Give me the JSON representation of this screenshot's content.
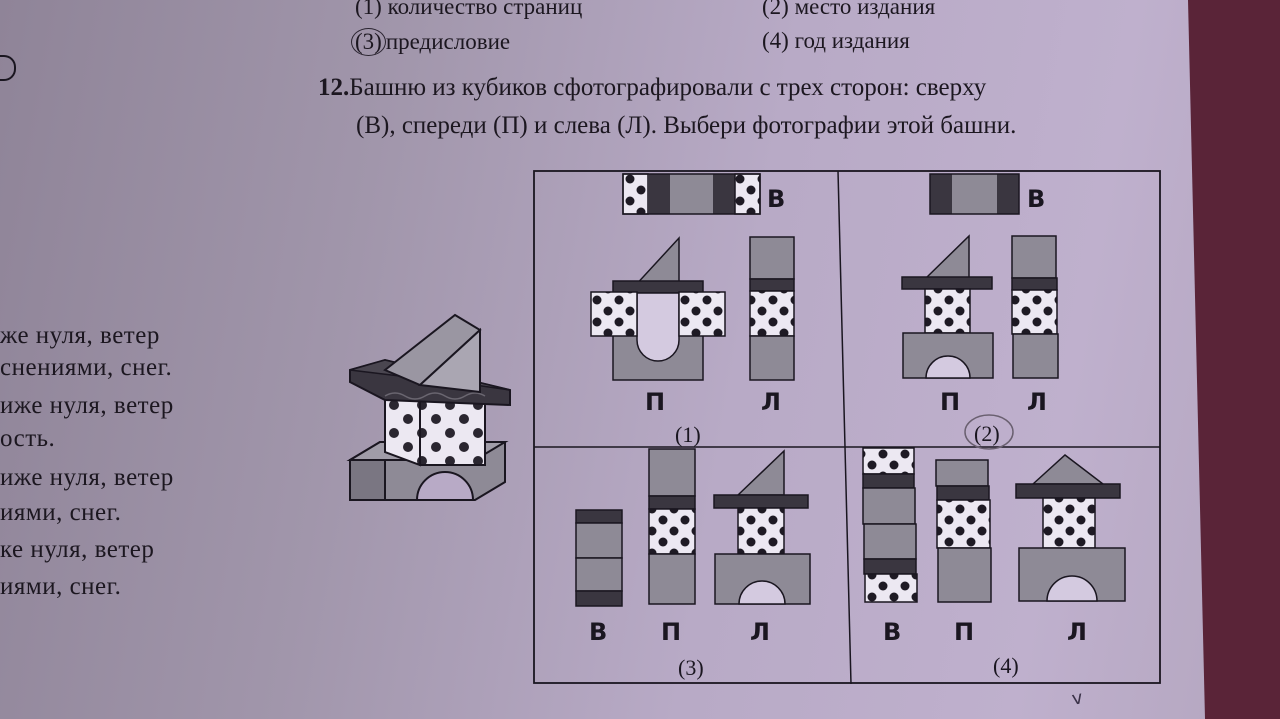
{
  "prev_question_options": [
    {
      "num": "(1)",
      "text": "количество страниц"
    },
    {
      "num": "(2)",
      "text": "место издания"
    },
    {
      "num": "(3)",
      "text": "предисловие",
      "circled": true
    },
    {
      "num": "(4)",
      "text": "год издания"
    }
  ],
  "question": {
    "number": "12.",
    "line1": "Башню из кубиков сфотографировали с трех сторон: сверху",
    "line2": "(В), спереди (П) и слева (Л). Выбери фотографии этой башни."
  },
  "side_text_lines": [
    "же нуля, ветер",
    "снениями, снег.",
    "иже нуля, ветер",
    "ость.",
    "иже нуля, ветер",
    "иями, снег.",
    "ке нуля, ветер",
    "иями, снег."
  ],
  "view_labels": {
    "top": "В",
    "front": "П",
    "left": "Л"
  },
  "panels": [
    {
      "id": "(1)",
      "views": [
        "В",
        "П",
        "Л"
      ]
    },
    {
      "id": "(2)",
      "views": [
        "В",
        "П",
        "Л"
      ],
      "circled": true
    },
    {
      "id": "(3)",
      "views": [
        "В",
        "П",
        "Л"
      ]
    },
    {
      "id": "(4)",
      "views": [
        "В",
        "П",
        "Л"
      ]
    }
  ],
  "handwritten_mark": "v",
  "colors": {
    "page": "#b2a6c0",
    "background": "#5a2438",
    "gray_block": "#8e8a96",
    "dark_block": "#3a3640",
    "dotted_block": "#ece8f2",
    "ink": "#1a1620"
  }
}
